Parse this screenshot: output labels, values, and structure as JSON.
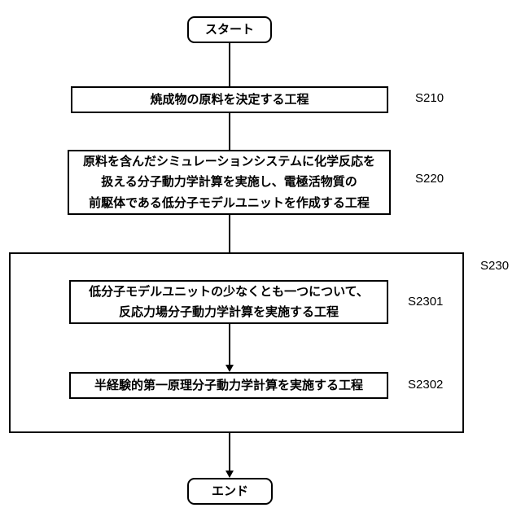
{
  "figure": {
    "type": "flowchart",
    "background_color": "#ffffff",
    "line_color": "#000000"
  },
  "nodes": {
    "start": {
      "label": "スタート"
    },
    "s210": {
      "label": "焼成物の原料を決定する工程",
      "step": "S210"
    },
    "s220": {
      "lines": [
        "原料を含んだシミュレーションシステムに化学反応を",
        "扱える分子動力学計算を実施し、電極活物質の",
        "前駆体である低分子モデルユニットを作成する工程"
      ],
      "step": "S220"
    },
    "s230_group": {
      "step": "S230"
    },
    "s2301": {
      "lines": [
        "低分子モデルユニットの少なくとも一つについて、",
        "反応力場分子動力学計算を実施する工程"
      ],
      "step": "S2301"
    },
    "s2302": {
      "label": "半経験的第一原理分子動力学計算を実施する工程",
      "step": "S2302"
    },
    "end": {
      "label": "エンド"
    }
  }
}
